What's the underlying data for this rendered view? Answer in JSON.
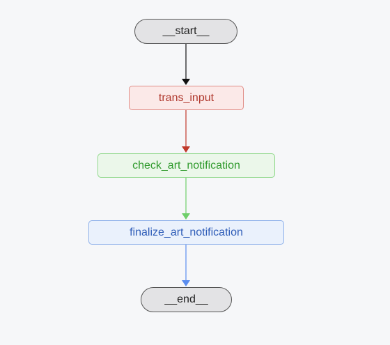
{
  "diagram": {
    "nodes": [
      {
        "id": "start",
        "label": "__start__",
        "kind": "terminal"
      },
      {
        "id": "trans",
        "label": "trans_input",
        "kind": "step",
        "color": "#b0382d"
      },
      {
        "id": "check",
        "label": "check_art_notification",
        "kind": "step",
        "color": "#2f9a2c"
      },
      {
        "id": "final",
        "label": "finalize_art_notification",
        "kind": "step",
        "color": "#2f5db8"
      },
      {
        "id": "end",
        "label": "__end__",
        "kind": "terminal"
      }
    ],
    "edges": [
      {
        "from": "start",
        "to": "trans",
        "color": "#111111"
      },
      {
        "from": "trans",
        "to": "check",
        "color": "#c0392b"
      },
      {
        "from": "check",
        "to": "final",
        "color": "#6fcf6a"
      },
      {
        "from": "final",
        "to": "end",
        "color": "#5b8def"
      }
    ]
  }
}
